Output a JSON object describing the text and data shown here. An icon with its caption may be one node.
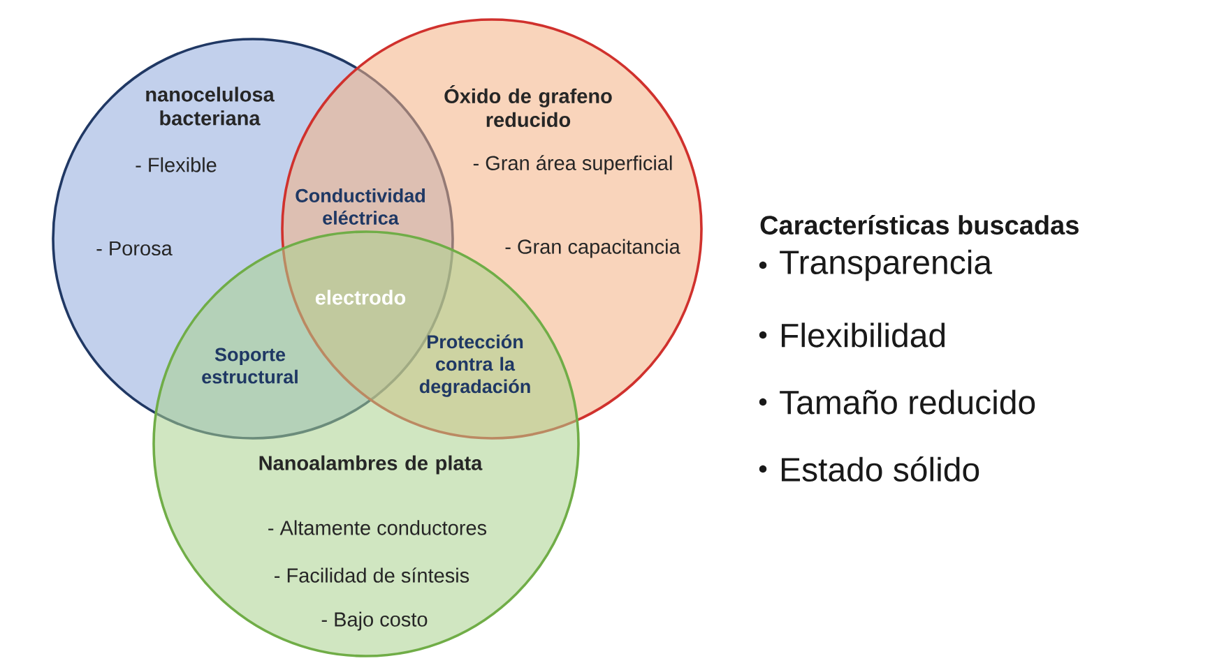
{
  "diagram": {
    "nodes": [
      {
        "text": [
          "nanocelulosa bacteriana",
          "- Flexible",
          "- Porosa"
        ]
      },
      {
        "text": [
          "Óxido de grafeno reducido",
          "- Gran área superficial",
          "- Gran capacitancia"
        ]
      },
      {
        "text": [
          "Nanoalambres de plata",
          "- Altamente conductores",
          "- Facilidad de síntesis",
          "- Bajo costo"
        ]
      }
    ],
    "labels": [
      "Conductividad eléctrica",
      "electrodo",
      "Soporte estructural",
      "Protección contra la degradación",
      "Características buscadas",
      "Transparencia",
      "Flexibilidad",
      "Tamaño reducido",
      "Estado sólido"
    ]
  }
}
